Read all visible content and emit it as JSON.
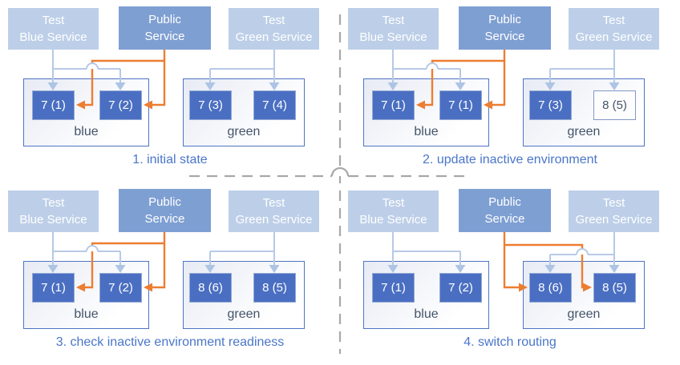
{
  "services": {
    "test_blue": {
      "line1": "Test",
      "line2": "Blue Service"
    },
    "public": {
      "line1": "Public",
      "line2": "Service"
    },
    "test_green": {
      "line1": "Test",
      "line2": "Green Service"
    }
  },
  "panels": [
    {
      "caption": "1. initial state",
      "blue_env": {
        "label": "blue",
        "pods": [
          {
            "label": "7 (1)",
            "variant": "filled"
          },
          {
            "label": "7 (2)",
            "variant": "filled"
          }
        ]
      },
      "green_env": {
        "label": "green",
        "pods": [
          {
            "label": "7 (3)",
            "variant": "filled"
          },
          {
            "label": "7 (4)",
            "variant": "filled"
          }
        ]
      },
      "public_route_target": "blue"
    },
    {
      "caption": "2. update inactive environment",
      "blue_env": {
        "label": "blue",
        "pods": [
          {
            "label": "7 (1)",
            "variant": "filled"
          },
          {
            "label": "7 (1)",
            "variant": "filled"
          }
        ]
      },
      "green_env": {
        "label": "green",
        "pods": [
          {
            "label": "7 (3)",
            "variant": "filled"
          },
          {
            "label": "8 (5)",
            "variant": "outline"
          }
        ]
      },
      "public_route_target": "blue"
    },
    {
      "caption": "3. check inactive environment readiness",
      "blue_env": {
        "label": "blue",
        "pods": [
          {
            "label": "7 (1)",
            "variant": "filled"
          },
          {
            "label": "7 (2)",
            "variant": "filled"
          }
        ]
      },
      "green_env": {
        "label": "green",
        "pods": [
          {
            "label": "8 (6)",
            "variant": "filled"
          },
          {
            "label": "8 (5)",
            "variant": "filled"
          }
        ]
      },
      "public_route_target": "blue"
    },
    {
      "caption": "4. switch routing",
      "blue_env": {
        "label": "blue",
        "pods": [
          {
            "label": "7 (1)",
            "variant": "filled"
          },
          {
            "label": "7 (2)",
            "variant": "filled"
          }
        ]
      },
      "green_env": {
        "label": "green",
        "pods": [
          {
            "label": "8 (6)",
            "variant": "filled"
          },
          {
            "label": "8 (5)",
            "variant": "filled"
          }
        ]
      },
      "public_route_target": "green"
    }
  ],
  "colors": {
    "pod_fill": "#4a6fc2",
    "pod_text": "#ffffff",
    "outline_pod_border": "#8496c8",
    "outline_pod_text": "#44546a",
    "service_light_fill": "#bdcfe8",
    "service_public_fill": "#7e9fd2",
    "service_text": "#ffffff",
    "env_border": "#4f74c4",
    "env_label_text": "#44546a",
    "caption_text": "#4a76c9",
    "test_route_line": "#b7c9e6",
    "public_route_line": "#ed7d31",
    "divider_line": "#a8a8a8"
  }
}
